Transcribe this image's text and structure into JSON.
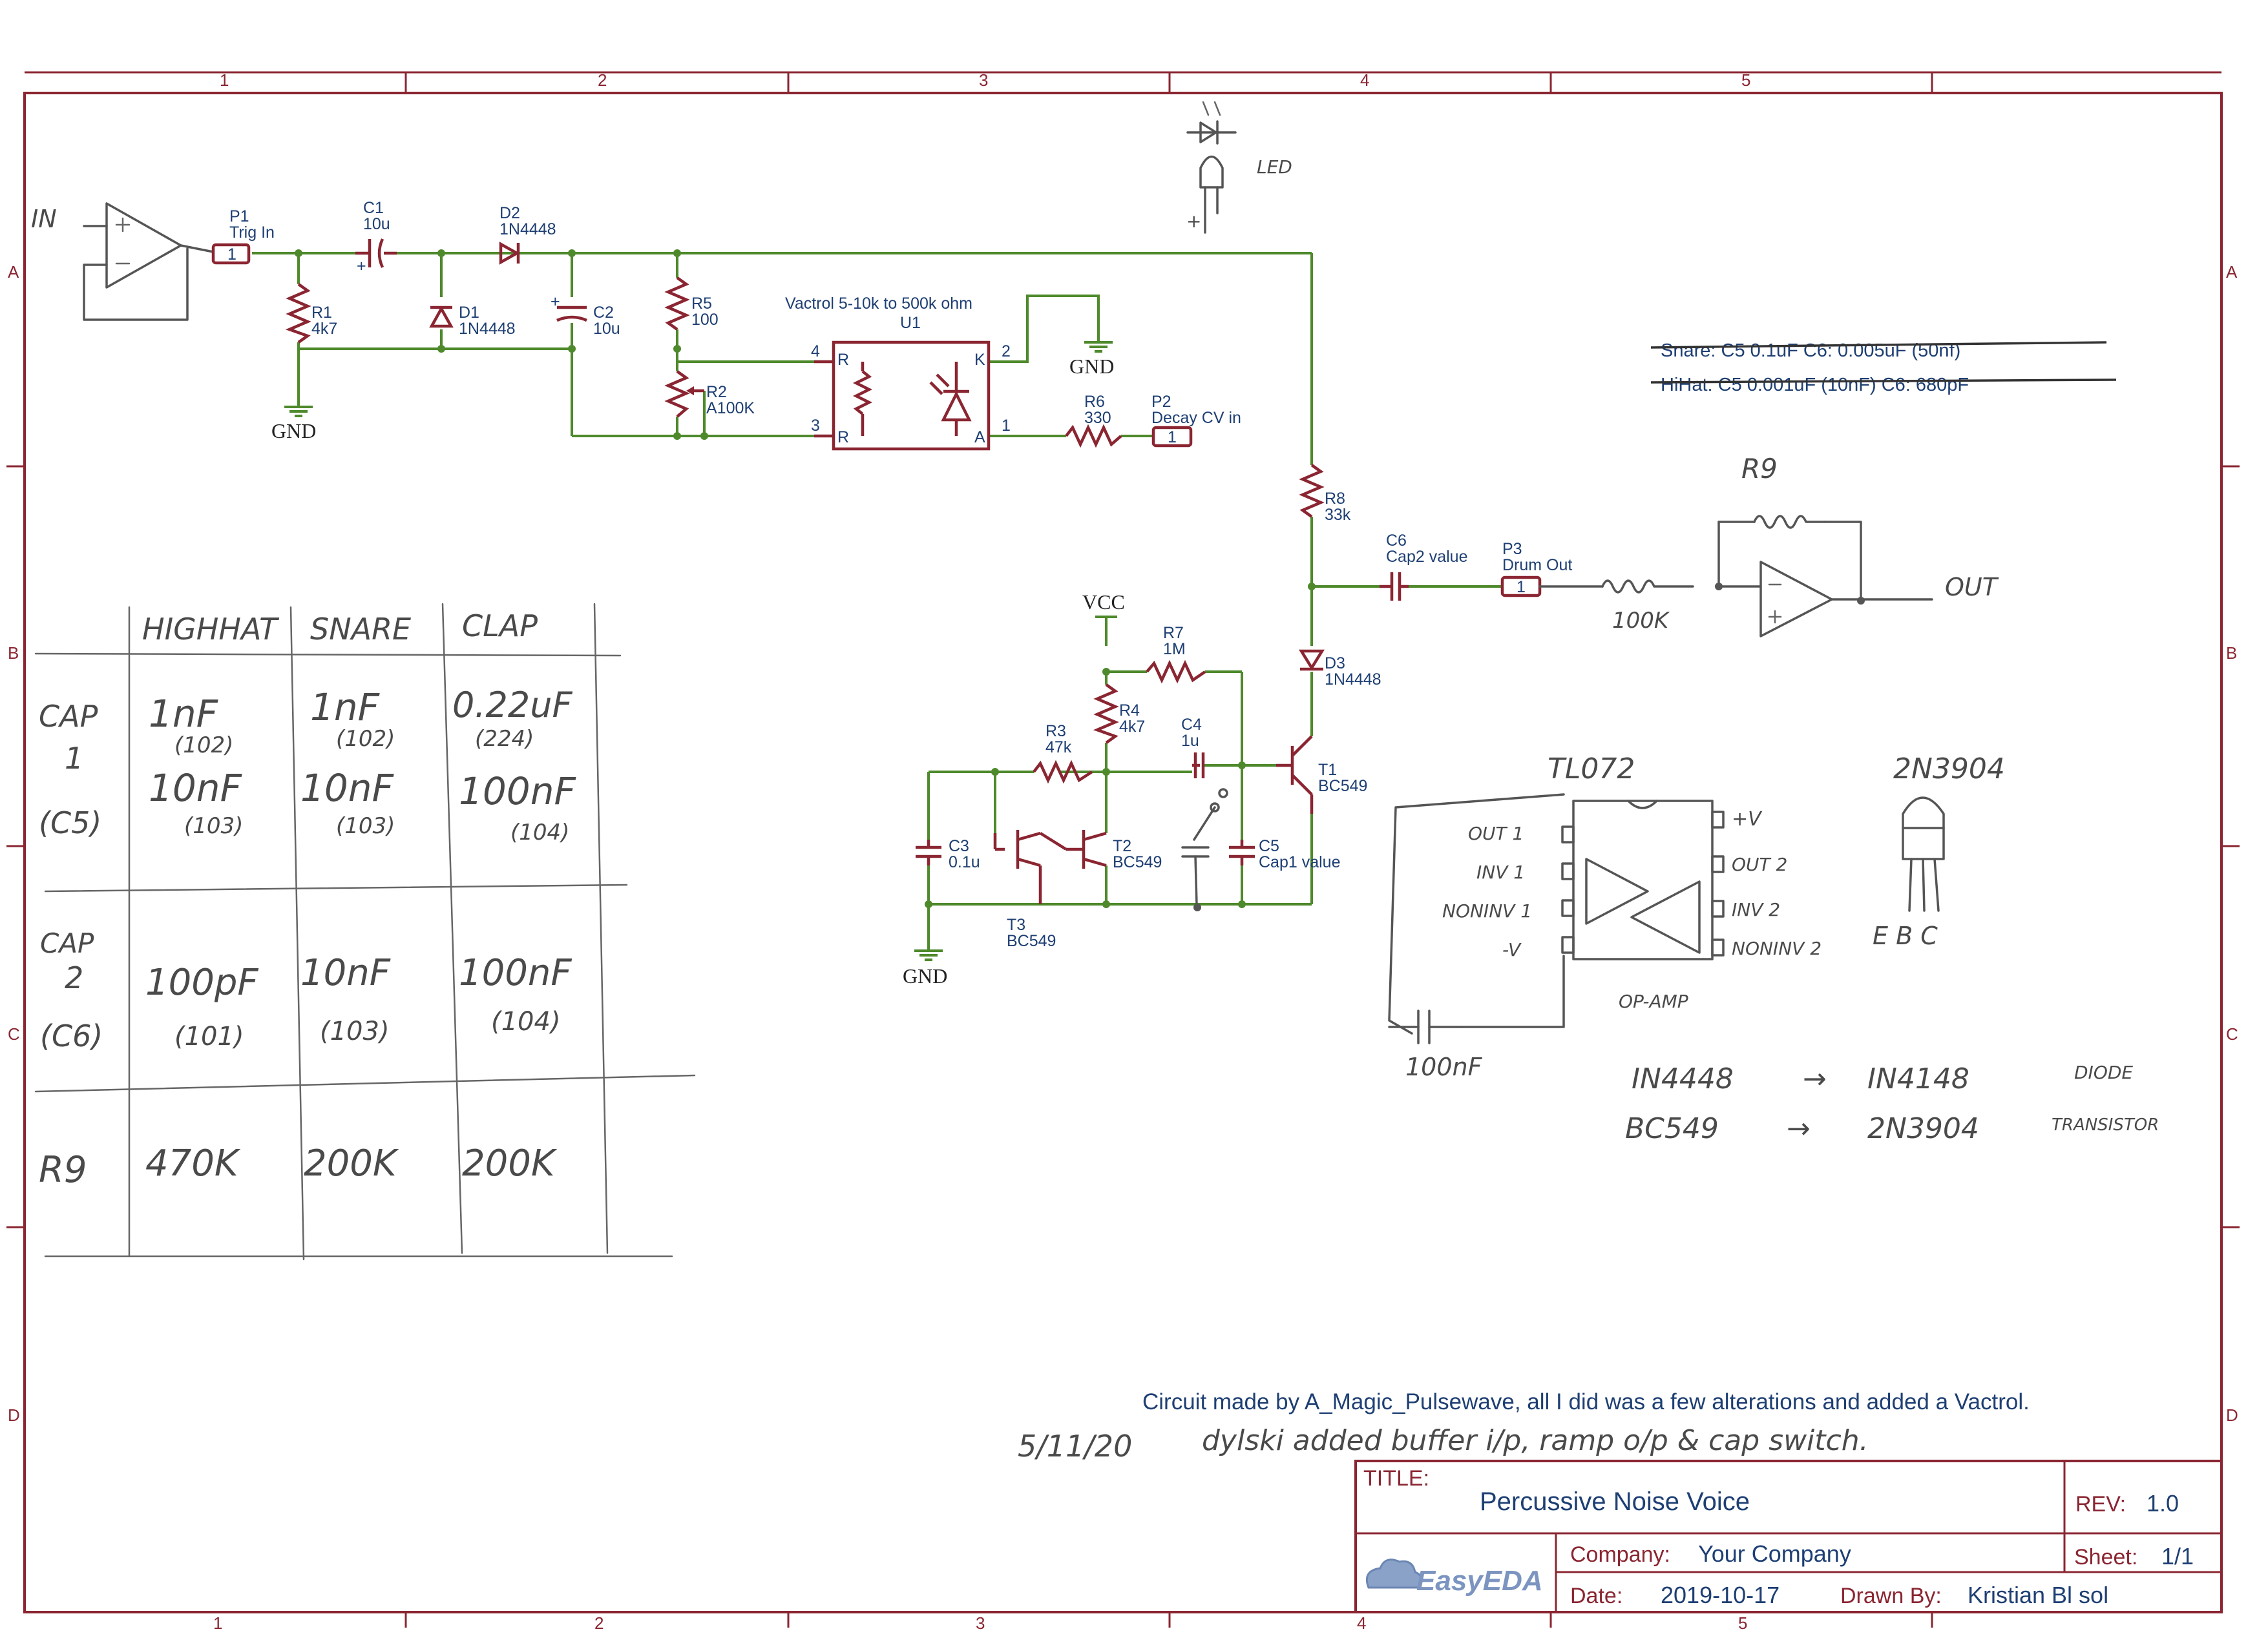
{
  "frame": {
    "columns": [
      "1",
      "2",
      "3",
      "4",
      "5"
    ],
    "rows": [
      "A",
      "B",
      "C",
      "D"
    ]
  },
  "components": {
    "p1": {
      "ref": "P1",
      "value": "Trig In",
      "pin": "1"
    },
    "c1": {
      "ref": "C1",
      "value": "10u"
    },
    "d2": {
      "ref": "D2",
      "value": "1N4448"
    },
    "r1": {
      "ref": "R1",
      "value": "4k7"
    },
    "d1": {
      "ref": "D1",
      "value": "1N4448"
    },
    "c2": {
      "ref": "C2",
      "value": "10u"
    },
    "r5": {
      "ref": "R5",
      "value": "100"
    },
    "r2": {
      "ref": "R2",
      "value": "A100K"
    },
    "u1": {
      "ref": "U1",
      "value": "Vactrol 5-10k to 500k ohm",
      "pin_labels": [
        "4",
        "3",
        "2",
        "1"
      ],
      "inner_labels": [
        "R",
        "R",
        "K",
        "A"
      ]
    },
    "r6": {
      "ref": "R6",
      "value": "330"
    },
    "p2": {
      "ref": "P2",
      "value": "Decay CV in",
      "pin": "1"
    },
    "r8": {
      "ref": "R8",
      "value": "33k"
    },
    "c6": {
      "ref": "C6",
      "value": "Cap2 value"
    },
    "p3": {
      "ref": "P3",
      "value": "Drum Out",
      "pin": "1"
    },
    "d3": {
      "ref": "D3",
      "value": "1N4448"
    },
    "r7": {
      "ref": "R7",
      "value": "1M"
    },
    "r4": {
      "ref": "R4",
      "value": "4k7"
    },
    "r3": {
      "ref": "R3",
      "value": "47k"
    },
    "c4": {
      "ref": "C4",
      "value": "1u"
    },
    "t1": {
      "ref": "T1",
      "value": "BC549"
    },
    "t2": {
      "ref": "T2",
      "value": "BC549"
    },
    "t3": {
      "ref": "T3",
      "value": "BC549"
    },
    "c3": {
      "ref": "C3",
      "value": "0.1u"
    },
    "c5": {
      "ref": "C5",
      "value": "Cap1 value"
    }
  },
  "power_labels": {
    "gnd": "GND",
    "vcc": "VCC"
  },
  "handwritten": {
    "in_label": "IN",
    "led_label": "LED",
    "r9_label": "R9",
    "r_100k": "100K",
    "out_label": "OUT",
    "struck_notes": [
      "Snare: C5 0.1uF C6: 0.005uF (50nf)",
      "HiHat: C5 0.001uF (10nF) C6: 680pF"
    ],
    "tl072": {
      "title": "TL072",
      "left_pins": [
        "OUT 1",
        "INV 1",
        "NONINV 1",
        "-V"
      ],
      "right_pins": [
        "+V",
        "OUT 2",
        "INV 2",
        "NONINV 2"
      ],
      "caption": "OP-AMP"
    },
    "transistor": {
      "title": "2N3904",
      "pins": "E B C"
    },
    "cap_100nf": "100nF",
    "substitutions": [
      {
        "from": "IN4448",
        "arrow": "→",
        "to": "IN4148",
        "note": "DIODE"
      },
      {
        "from": "BC549",
        "arrow": "→",
        "to": "2N3904",
        "note": "TRANSISTOR"
      }
    ],
    "footer_note_date": "5/11/20",
    "footer_note_text": "dylski added buffer i/p, ramp o/p & cap switch."
  },
  "value_table": {
    "columns": [
      "HIGHHAT",
      "SNARE",
      "CLAP"
    ],
    "rows": [
      {
        "label": [
          "CAP",
          "1",
          "(C5)"
        ],
        "cells": [
          [
            "1nF",
            "(102)",
            "10nF",
            "(103)"
          ],
          [
            "1nF",
            "(102)",
            "10nF",
            "(103)"
          ],
          [
            "0.22uF",
            "(224)",
            "100nF",
            "(104)"
          ]
        ]
      },
      {
        "label": [
          "CAP",
          "2",
          "(C6)"
        ],
        "cells": [
          [
            "100pF",
            "(101)"
          ],
          [
            "10nF",
            "(103)"
          ],
          [
            "100nF",
            "(104)"
          ]
        ]
      },
      {
        "label": [
          "R9"
        ],
        "cells": [
          [
            "470K"
          ],
          [
            "200K"
          ],
          [
            "200K"
          ]
        ]
      }
    ]
  },
  "credit": "Circuit made by A_Magic_Pulsewave, all I did was a few alterations and added a Vactrol.",
  "title_block": {
    "title_label": "TITLE:",
    "title": "Percussive Noise Voice",
    "rev_label": "REV:",
    "rev": "1.0",
    "logo": "EasyEDA",
    "company_label": "Company:",
    "company": "Your Company",
    "sheet_label": "Sheet:",
    "sheet": "1/1",
    "date_label": "Date:",
    "date": "2019-10-17",
    "drawn_label": "Drawn By:",
    "drawn_by": "Kristian Bl  sol"
  },
  "colors": {
    "frame": "#8a2531",
    "wire": "#4e8a2c",
    "text": "#1e3f73",
    "pencil": "#555555"
  }
}
